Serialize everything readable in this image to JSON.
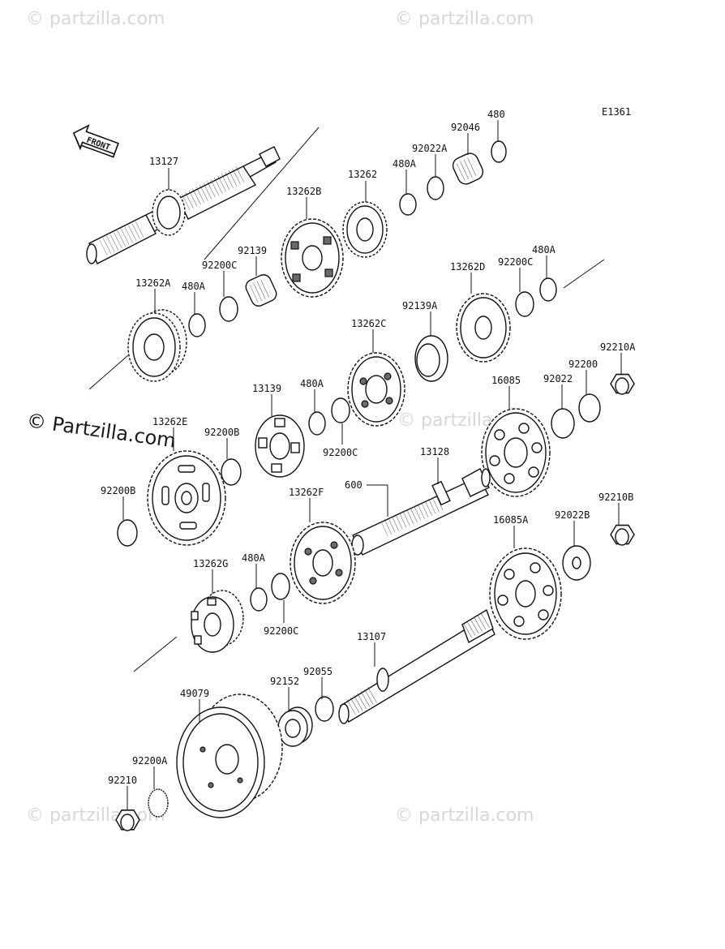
{
  "diagram_code": "E1361",
  "front_label": "FRONT",
  "watermark": "© Partzilla.com",
  "watermark_brand": "© partzilla.com",
  "parts": [
    {
      "id": "13127"
    },
    {
      "id": "13262B"
    },
    {
      "id": "13262"
    },
    {
      "id": "480A"
    },
    {
      "id": "92022A"
    },
    {
      "id": "92046"
    },
    {
      "id": "480"
    },
    {
      "id": "92139"
    },
    {
      "id": "92200C"
    },
    {
      "id": "13262A"
    },
    {
      "id": "480A"
    },
    {
      "id": "13262D"
    },
    {
      "id": "92200C"
    },
    {
      "id": "480A"
    },
    {
      "id": "92139A"
    },
    {
      "id": "13262C"
    },
    {
      "id": "13139"
    },
    {
      "id": "480A"
    },
    {
      "id": "92200C"
    },
    {
      "id": "16085"
    },
    {
      "id": "92022"
    },
    {
      "id": "92200"
    },
    {
      "id": "92210A"
    },
    {
      "id": "13262E"
    },
    {
      "id": "92200B"
    },
    {
      "id": "92200B"
    },
    {
      "id": "13128"
    },
    {
      "id": "600"
    },
    {
      "id": "13262F"
    },
    {
      "id": "16085A"
    },
    {
      "id": "92022B"
    },
    {
      "id": "92210B"
    },
    {
      "id": "13262G"
    },
    {
      "id": "480A"
    },
    {
      "id": "92200C"
    },
    {
      "id": "13107"
    },
    {
      "id": "92152"
    },
    {
      "id": "92055"
    },
    {
      "id": "49079"
    },
    {
      "id": "92200A"
    },
    {
      "id": "92210"
    }
  ]
}
